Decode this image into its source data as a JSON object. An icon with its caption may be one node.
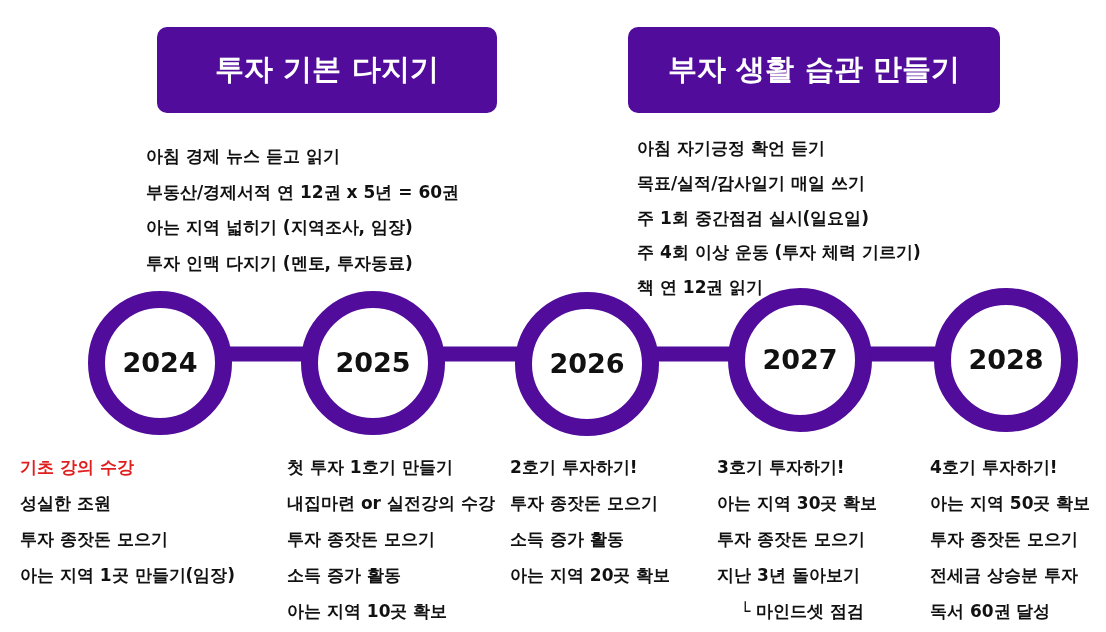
{
  "diagram": {
    "nodes": [
      {
        "text": [
          "투자 기본 다지기"
        ]
      },
      {
        "text": [
          "부자 생활 습관 만들기"
        ]
      },
      {
        "text": [
          "2024"
        ],
        "beside": [
          "기초 강의 수강",
          "성실한 조원",
          "투자 종잣돈 모으기",
          "아는 지역 1곳 만들기(임장)"
        ]
      },
      {
        "text": [
          "2025"
        ],
        "beside": [
          "첫 투자 1호기 만들기",
          "내집마련 or 실전강의 수강",
          "투자 종잣돈 모으기",
          "소득 증가 활동",
          "아는 지역 10곳 확보"
        ]
      },
      {
        "text": [
          "2026"
        ],
        "beside": [
          "2호기 투자하기!",
          "투자 종잣돈 모으기",
          "소득 증가 활동",
          "아는 지역 20곳 확보"
        ]
      },
      {
        "text": [
          "2027"
        ],
        "beside": [
          "3호기 투자하기!",
          "아는 지역 30곳 확보",
          "투자 종잣돈 모으기",
          "지난 3년 돌아보기",
          "└ 마인드셋 점검"
        ]
      },
      {
        "text": [
          "2028"
        ],
        "beside": [
          "4호기 투자하기!",
          "아는 지역 50곳 확보",
          "투자 종잣돈 모으기",
          "전세금 상승분 투자",
          "독서 60권 달성"
        ]
      }
    ],
    "edges": [
      {
        "from": 2,
        "to": 3,
        "arrow": "none"
      },
      {
        "from": 3,
        "to": 4,
        "arrow": "none"
      },
      {
        "from": 4,
        "to": 5,
        "arrow": "none"
      },
      {
        "from": 5,
        "to": 6,
        "arrow": "none"
      }
    ],
    "labels": [
      "아침 경제 뉴스 듣고 읽기",
      "부동산/경제서적 연 12권 x 5년 = 60권",
      "아는 지역 넓히기 (지역조사, 임장)",
      "투자 인맥 다지기 (멘토, 투자동료)",
      "아침 자기긍정 확언 듣기",
      "목표/실적/감사일기 매일 쓰기",
      "주 1회 중간점검 실시(일요일)",
      "주 4회 이상 운동 (투자 체력 기르기)",
      "책 연 12권 읽기"
    ]
  }
}
